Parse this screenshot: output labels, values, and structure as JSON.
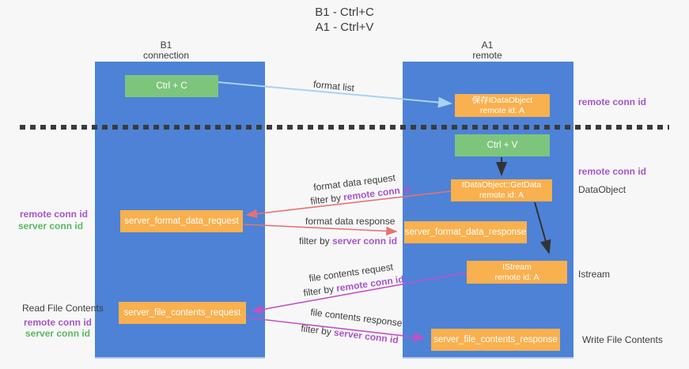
{
  "title": {
    "line1": "B1 - Ctrl+C",
    "line2": "A1 - Ctrl+V"
  },
  "columns": {
    "left": {
      "name": "B1",
      "role": "connection"
    },
    "right": {
      "name": "A1",
      "role": "remote"
    }
  },
  "boxes": {
    "ctrl_c": {
      "label": "Ctrl + C"
    },
    "ctrl_v": {
      "label": "Ctrl + V"
    },
    "save_dataobject": {
      "line1": "保存IDataObject",
      "line2": "remote id: A"
    },
    "getdata": {
      "line1": "IDataObject::GetData",
      "line2": "remote id: A"
    },
    "istream": {
      "line1": "IStream",
      "line2": "remote id: A"
    },
    "format_request": {
      "label": "server_format_data_request"
    },
    "format_response": {
      "label": "server_format_data_response"
    },
    "file_request": {
      "label": "server_file_contents_request"
    },
    "file_response": {
      "label": "server_file_contents_response"
    }
  },
  "edges": {
    "format_list": {
      "label": "format list"
    },
    "format_data_request": {
      "label": "format data request",
      "filter_prefix": "filter by ",
      "filter_id": "remote conn id"
    },
    "format_data_response": {
      "label": "format data response",
      "filter_prefix": "filter by ",
      "filter_id": "server conn id"
    },
    "file_contents_request": {
      "label": "file contents request",
      "filter_prefix": "filter by ",
      "filter_id": "remote conn id"
    },
    "file_contents_response": {
      "label": "file contents response",
      "filter_prefix": "filter by ",
      "filter_id": "server conn id"
    }
  },
  "annotations": {
    "remote_conn_id_top": "remote conn id",
    "remote_conn_id_mid": "remote conn id",
    "dataobject": "DataObject",
    "istream": "Istream",
    "write_file_contents": "Write File Contents",
    "read_file_contents": "Read File Contents",
    "left_remote_conn_id_1": "remote conn id",
    "left_server_conn_id_1": "server conn id",
    "left_remote_conn_id_2": "remote conn id",
    "left_server_conn_id_2": "server conn id"
  },
  "colors": {
    "column_blue": "#4d82d6",
    "box_green": "#7dc57d",
    "box_orange": "#f9b04e",
    "purple": "#a855c8",
    "green_text": "#5cb860",
    "arrow_red": "#e87272",
    "arrow_magenta": "#c44fc8",
    "arrow_lightblue": "#a8d2f0",
    "arrow_black": "#333333",
    "dashed_line": "#3b3b3b"
  }
}
